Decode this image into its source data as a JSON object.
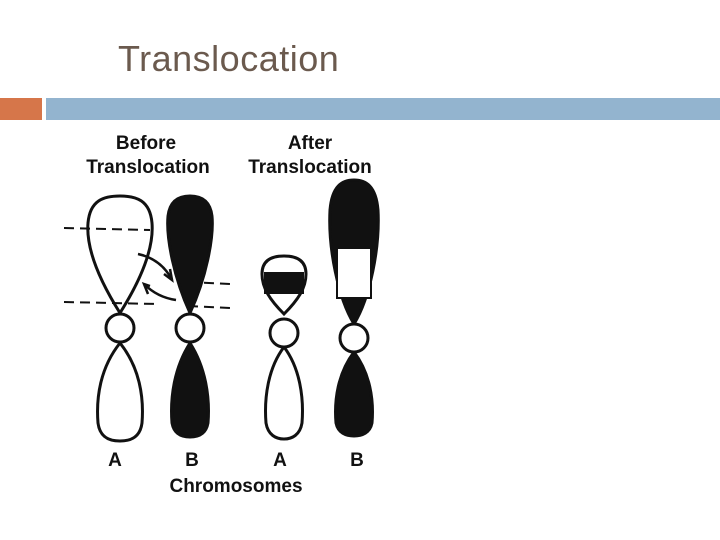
{
  "slide": {
    "title": "Translocation"
  },
  "diagram": {
    "heading_before": [
      "Before",
      "Translocation"
    ],
    "heading_after": [
      "After",
      "Translocation"
    ],
    "chromosome_labels": [
      "A",
      "B",
      "A",
      "B"
    ],
    "caption": "Chromosomes"
  },
  "colors": {
    "title": "#6b5a4e",
    "accent_orange": "#d6764a",
    "accent_blue": "#93b4cf",
    "chromosome_dark": "#111111"
  }
}
